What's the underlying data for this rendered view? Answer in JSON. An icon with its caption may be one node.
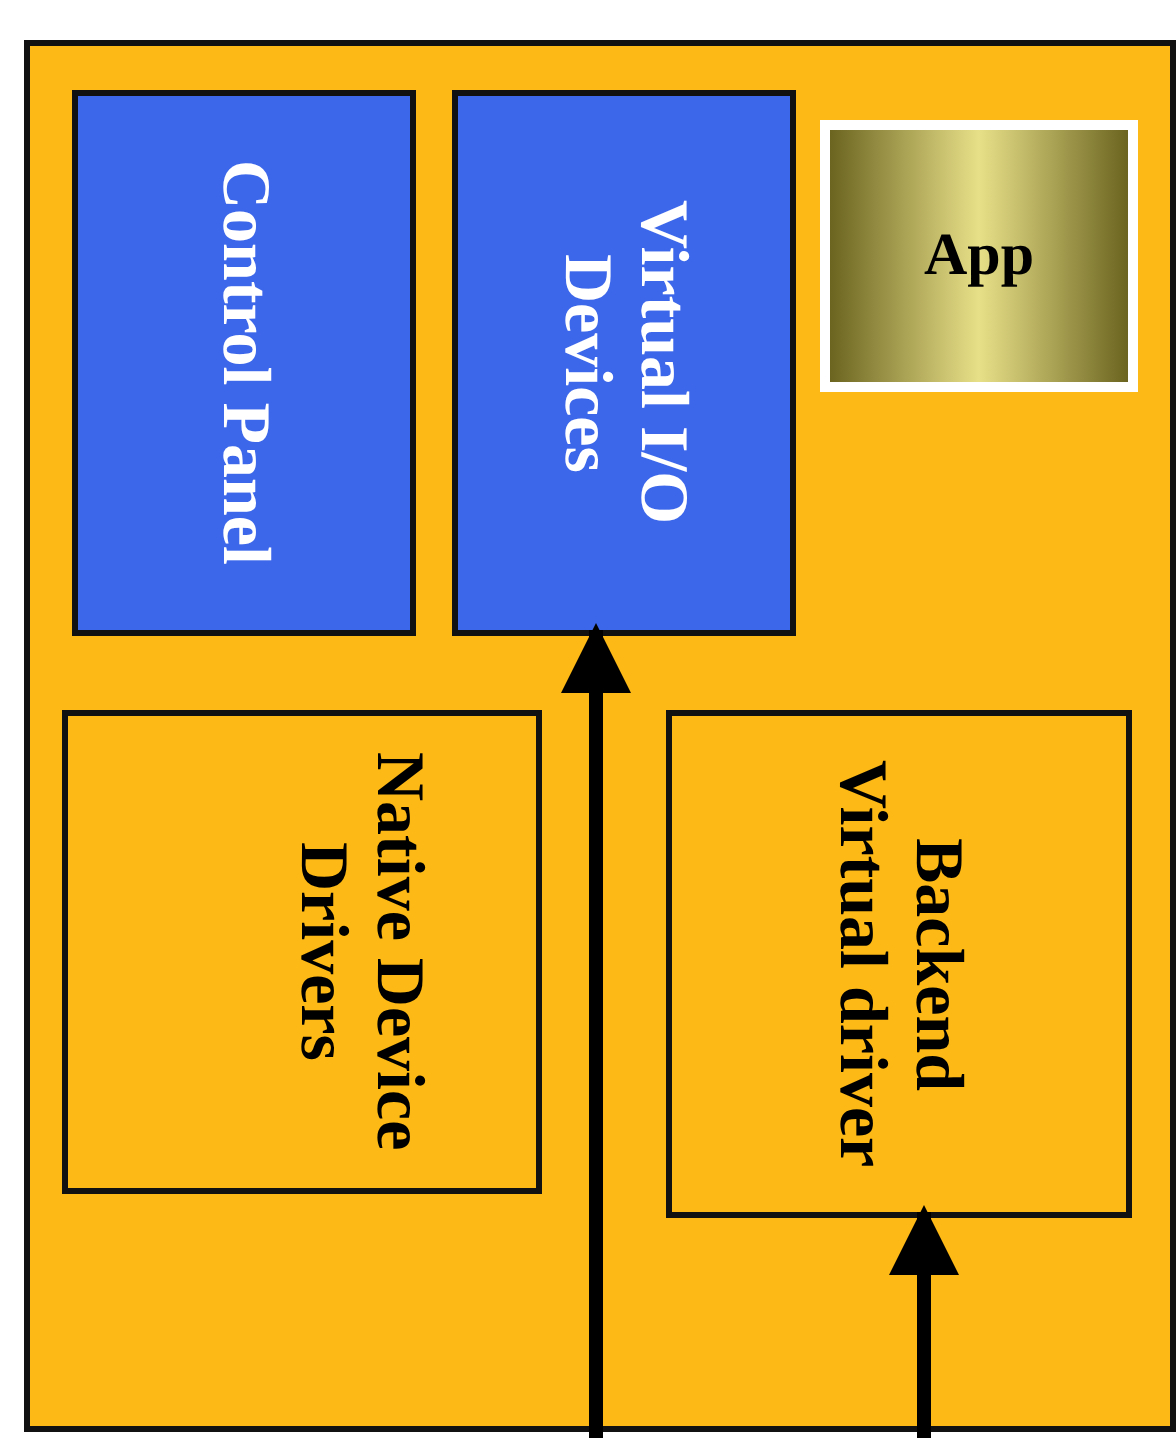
{
  "diagram": {
    "nodes": [
      {
        "text": [],
        "shape": "box"
      },
      {
        "text": [
          "Control Panel"
        ],
        "in": 0
      },
      {
        "text": [
          "Virtual I/O Devices"
        ],
        "in": 0
      },
      {
        "text": [
          "App"
        ],
        "in": 0
      },
      {
        "text": [
          "Native Device Drivers"
        ],
        "in": 0
      },
      {
        "text": [
          "Backend Virtual driver"
        ],
        "in": 0
      }
    ],
    "edges": [
      {
        "from": null,
        "to": 2,
        "arrow": "to"
      },
      {
        "from": null,
        "to": 5,
        "arrow": "to"
      }
    ]
  }
}
